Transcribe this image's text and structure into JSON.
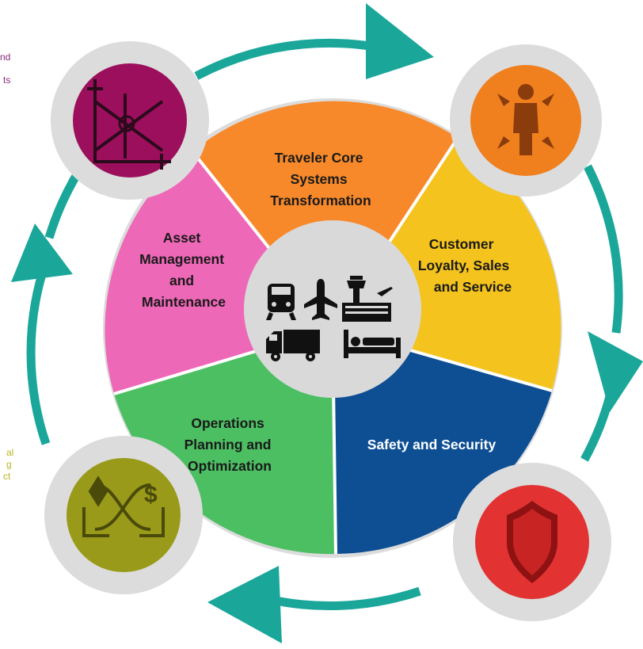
{
  "colors": {
    "teal": "#1aa79a",
    "outer_ring": "#dcdcdc",
    "orange": "#f7892a",
    "yellow": "#f4c31d",
    "blue": "#0e4f94",
    "green": "#4cbf63",
    "pink": "#ee68b8",
    "center": "#d9d9d9",
    "icon_magenta": "#9b0f5c",
    "icon_orange": "#f07f1e",
    "icon_red": "#e23232",
    "icon_olive": "#9a9a1a"
  },
  "segments": {
    "traveler": [
      "Traveler Core",
      "Systems",
      "Transformation"
    ],
    "customer": [
      "Customer",
      "Loyalty, Sales",
      "and Service"
    ],
    "safety": [
      "Safety and Security"
    ],
    "operations": [
      "Operations",
      "Planning and",
      "Optimization"
    ],
    "asset": [
      "Asset",
      "Management",
      "and",
      "Maintenance"
    ]
  },
  "edge_text": {
    "top_left": [
      "nd",
      "ts"
    ],
    "mid_left": [
      "al",
      "g",
      "ct"
    ]
  },
  "icons": {
    "top_left": "declining-chart-icon",
    "top_right": "person-arrows-icon",
    "bottom_right": "shield-icon",
    "bottom_left": "money-exchange-icon",
    "center": [
      "train-icon",
      "airplane-icon",
      "airport-tower-icon",
      "truck-icon",
      "hotel-bed-icon"
    ]
  }
}
